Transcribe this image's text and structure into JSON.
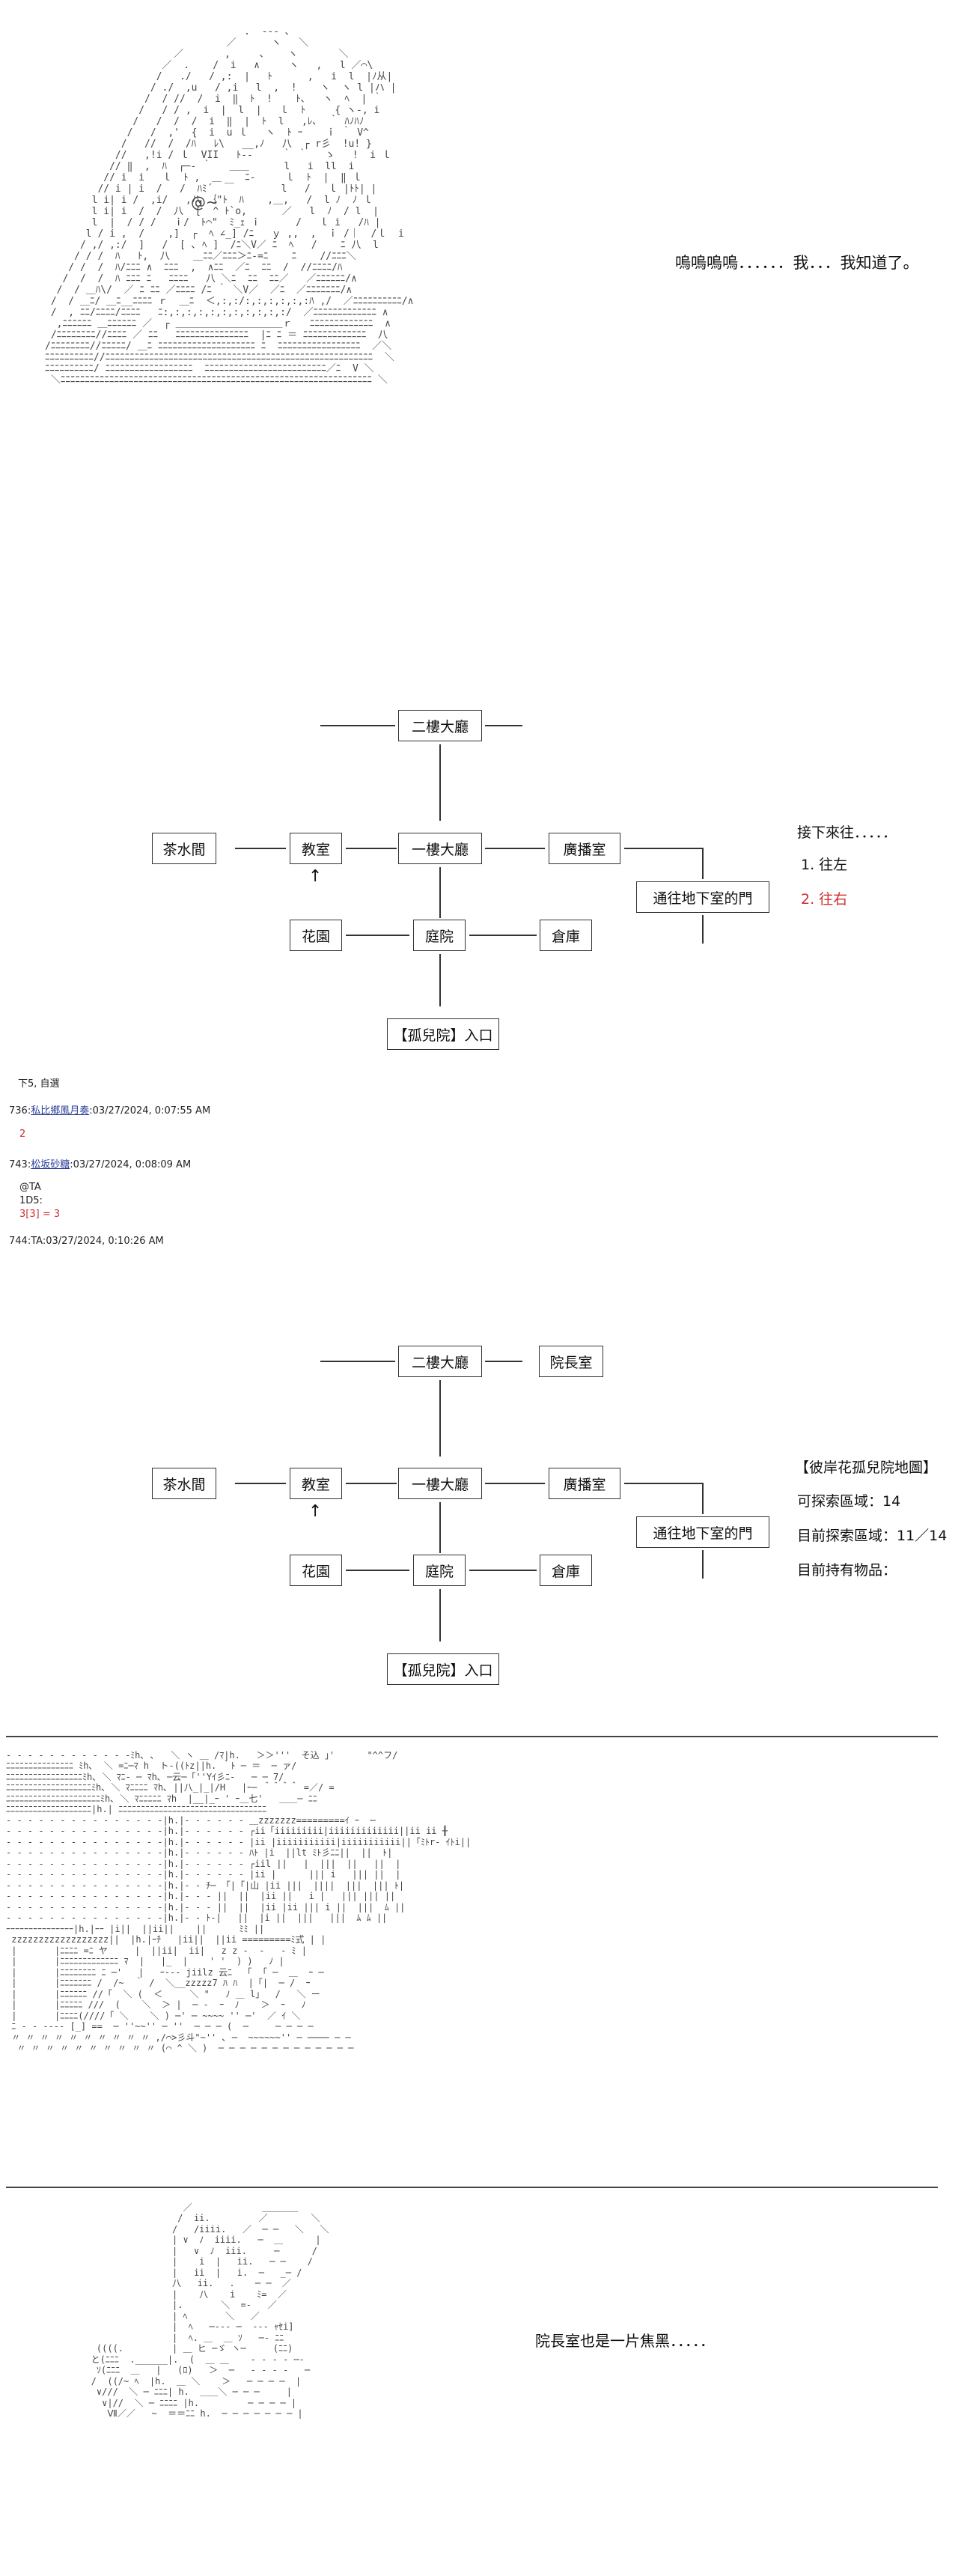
{
  "scene1": {
    "speech": "嗚嗚嗚嗚．．．．．．我．．．我知道了。",
    "ascii_sigil": "@~"
  },
  "map1": {
    "nodes": {
      "hall2": "二樓大廳",
      "tea": "茶水間",
      "classroom": "教室",
      "hall1": "一樓大廳",
      "broadcast": "廣播室",
      "basement": "通往地下室的門",
      "garden": "花園",
      "courtyard": "庭院",
      "storage": "倉庫",
      "entrance": "【孤兒院】入口"
    },
    "up_arrow": "↑",
    "side_title": "接下來往．．．．．",
    "options": [
      "1. 往左",
      "2. 往右"
    ]
  },
  "thread": {
    "header": "下5, 自選",
    "posts": [
      {
        "num": "736",
        "name": "私比鄉風月奏",
        "date": ":03/27/2024, 0:07:55 AM",
        "body": [
          "2"
        ]
      },
      {
        "num": "743",
        "name": "松坂砂糖",
        "date": ":03/27/2024, 0:08:09 AM",
        "body": [
          "@TA",
          "1D5:"
        ],
        "dice": "3[3] = 3"
      },
      {
        "num": "744",
        "name": "TA",
        "date": ":03/27/2024, 0:10:26 AM",
        "body": []
      }
    ]
  },
  "map2": {
    "nodes": {
      "hall2": "二樓大廳",
      "director": "院長室",
      "tea": "茶水間",
      "classroom": "教室",
      "hall1": "一樓大廳",
      "broadcast": "廣播室",
      "basement": "通往地下室的門",
      "garden": "花園",
      "courtyard": "庭院",
      "storage": "倉庫",
      "entrance": "【孤兒院】入口"
    },
    "up_arrow": "↑",
    "info": [
      "【彼岸花孤兒院地圖】",
      "可探索區域：14",
      "目前探索區域：11／14",
      "目前持有物品："
    ]
  },
  "scene3": {
    "speech": "院長室也是一片焦黑．．．．．"
  },
  "colors": {
    "accent_red": "#d03030",
    "link_blue": "#2a3e9a",
    "line": "#333333"
  }
}
